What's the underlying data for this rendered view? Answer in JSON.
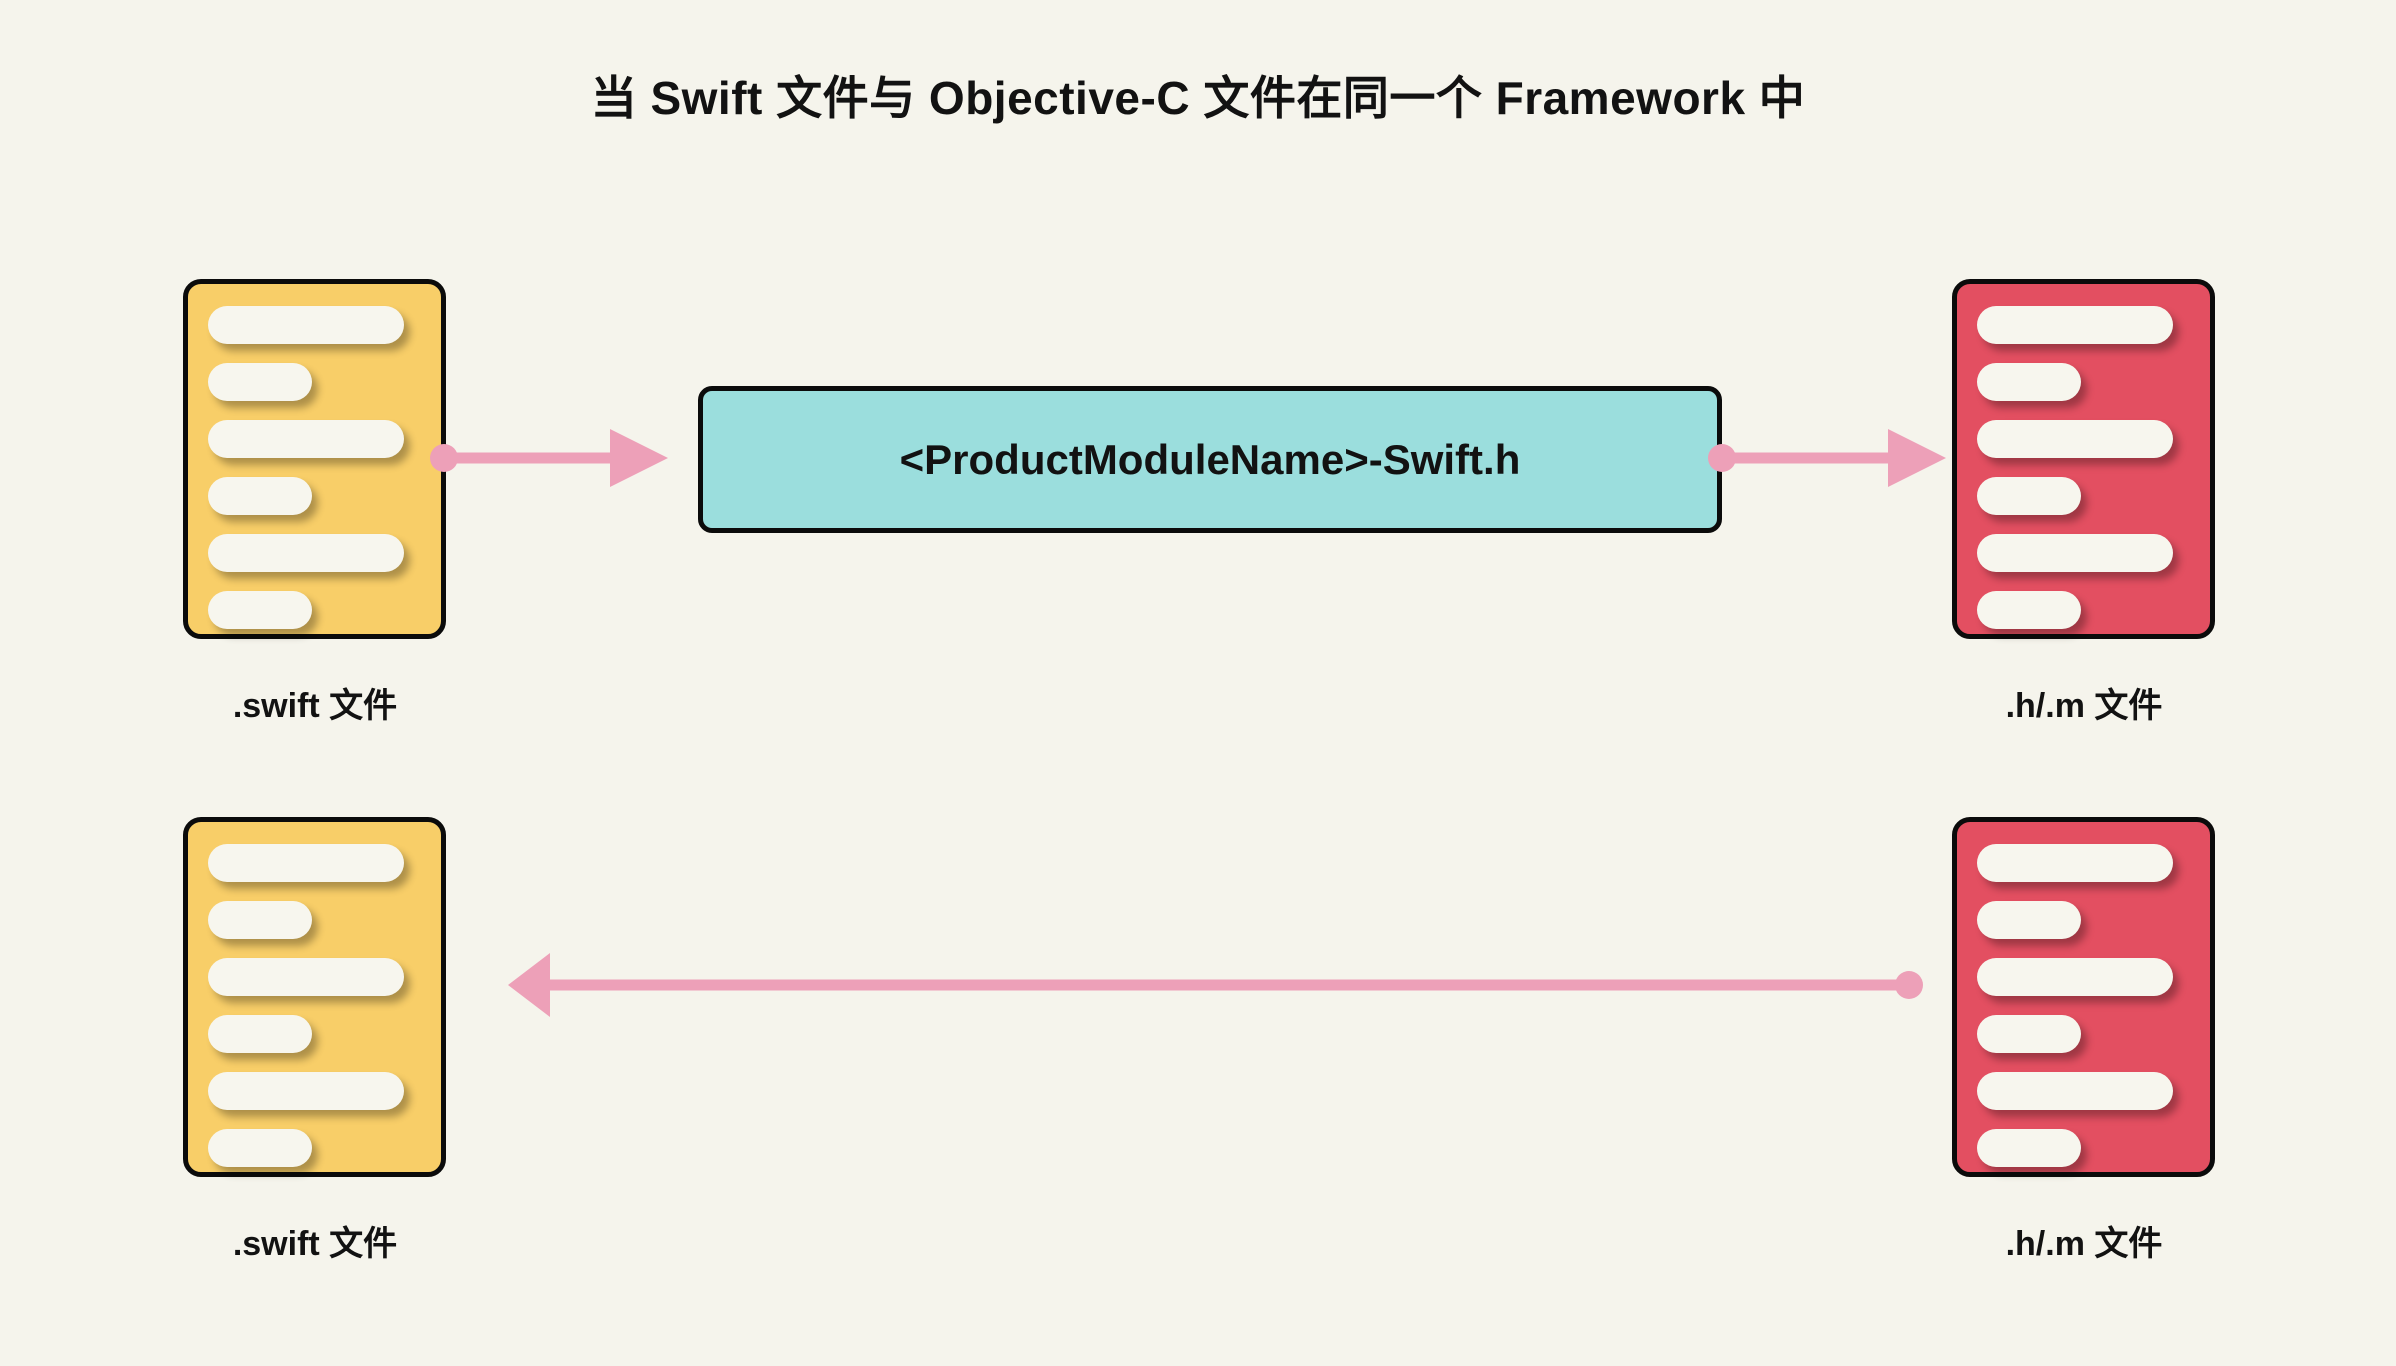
{
  "page": {
    "title": "当 Swift 文件与 Objective-C 文件在同一个 Framework 中",
    "background_color": "#f5f4ec"
  },
  "colors": {
    "background": "#f5f4ec",
    "swift_card": "#f8ce68",
    "objc_card": "#e34f61",
    "module_box": "#9bdedd",
    "connector": "#eda0b8",
    "outline": "#0b0b0b",
    "doc_line": "#f7f6ee",
    "text": "#121212"
  },
  "module_box": {
    "label": "<ProductModuleName>-Swift.h",
    "fill": "#9bdedd"
  },
  "cards": [
    {
      "id": "swift-top",
      "kind": "swift",
      "caption": ".swift 文件",
      "fill": "#f8ce68",
      "lines": [
        "long",
        "short",
        "long",
        "short",
        "long",
        "short"
      ]
    },
    {
      "id": "objc-top",
      "kind": "objc",
      "caption": ".h/.m 文件",
      "fill": "#e34f61",
      "lines": [
        "long",
        "short",
        "long",
        "short",
        "long",
        "short"
      ]
    },
    {
      "id": "swift-bottom",
      "kind": "swift",
      "caption": ".swift 文件",
      "fill": "#f8ce68",
      "lines": [
        "long",
        "short",
        "long",
        "short",
        "long",
        "short"
      ]
    },
    {
      "id": "objc-bottom",
      "kind": "objc",
      "caption": ".h/.m 文件",
      "fill": "#e34f61",
      "lines": [
        "long",
        "short",
        "long",
        "short",
        "long",
        "short"
      ]
    }
  ],
  "connectors": [
    {
      "id": "swift-to-module",
      "from": "swift-top",
      "to": "module-box",
      "direction": "right",
      "start_marker": "dot",
      "end_marker": "arrow",
      "color": "#eda0b8"
    },
    {
      "id": "module-to-objc",
      "from": "module-box",
      "to": "objc-top",
      "direction": "right",
      "start_marker": "dot",
      "end_marker": "arrow",
      "color": "#eda0b8"
    },
    {
      "id": "objc-to-swift",
      "from": "objc-bottom",
      "to": "swift-bottom",
      "direction": "left",
      "start_marker": "dot",
      "end_marker": "arrow",
      "color": "#eda0b8"
    }
  ]
}
